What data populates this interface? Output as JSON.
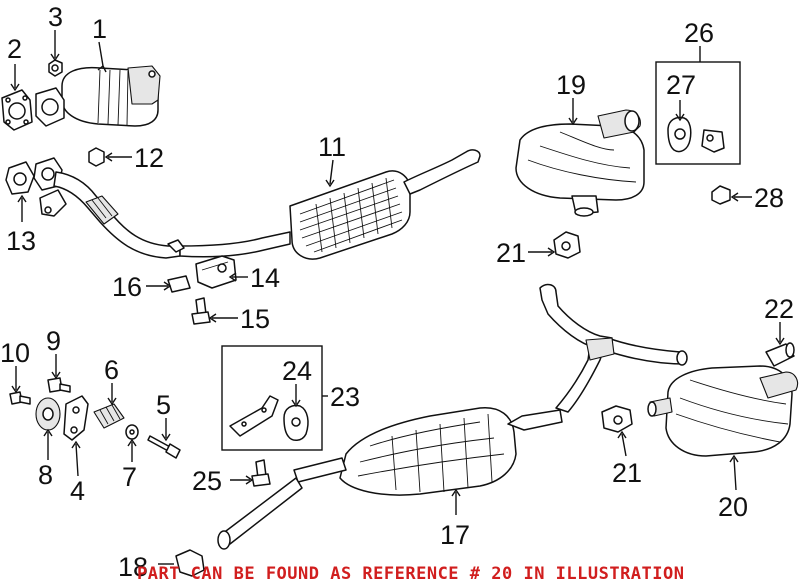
{
  "callouts": {
    "c1": "1",
    "c2": "2",
    "c3": "3",
    "c4": "4",
    "c5": "5",
    "c6": "6",
    "c7": "7",
    "c8": "8",
    "c9": "9",
    "c10": "10",
    "c11": "11",
    "c12": "12",
    "c13": "13",
    "c14": "14",
    "c15": "15",
    "c16": "16",
    "c17": "17",
    "c18": "18",
    "c19": "19",
    "c20": "20",
    "c21a": "21",
    "c21b": "21",
    "c22": "22",
    "c23": "23",
    "c24": "24",
    "c25": "25",
    "c26": "26",
    "c27": "27",
    "c28": "28"
  },
  "footer_note": "PART CAN BE FOUND AS REFERENCE # 20 IN ILLUSTRATION",
  "colors": {
    "footer_text": "#d11e1e",
    "line_art": "#111111",
    "background": "#ffffff"
  }
}
